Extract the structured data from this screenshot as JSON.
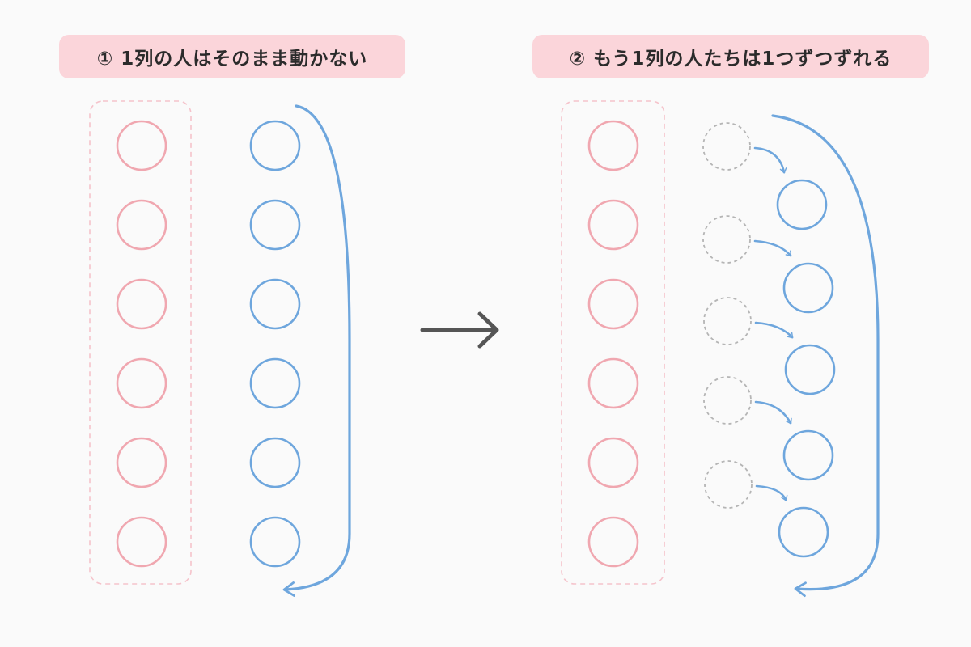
{
  "colors": {
    "background": "#fafafa",
    "label_bg": "#fbd5da",
    "fixed_row": "#f0a7b0",
    "fixed_box": "#f5c3cb",
    "moving_row": "#6ea6dd",
    "ghost": "#b5b5b5",
    "transition_arrow": "#555555"
  },
  "steps": [
    {
      "label": "① 1列の人はそのまま動かない"
    },
    {
      "label": "② もう1列の人たちは1つずつずれる"
    }
  ],
  "diagram": {
    "people_per_row": 6,
    "icons": {
      "fixed_person": "circle-outline",
      "moving_person": "circle-outline",
      "previous_position": "dashed-circle-outline",
      "shift_arrow": "curved-arrow-down-right",
      "rotation_arrow": "long-curved-return-arrow",
      "transition_arrow": "right-arrow"
    }
  }
}
